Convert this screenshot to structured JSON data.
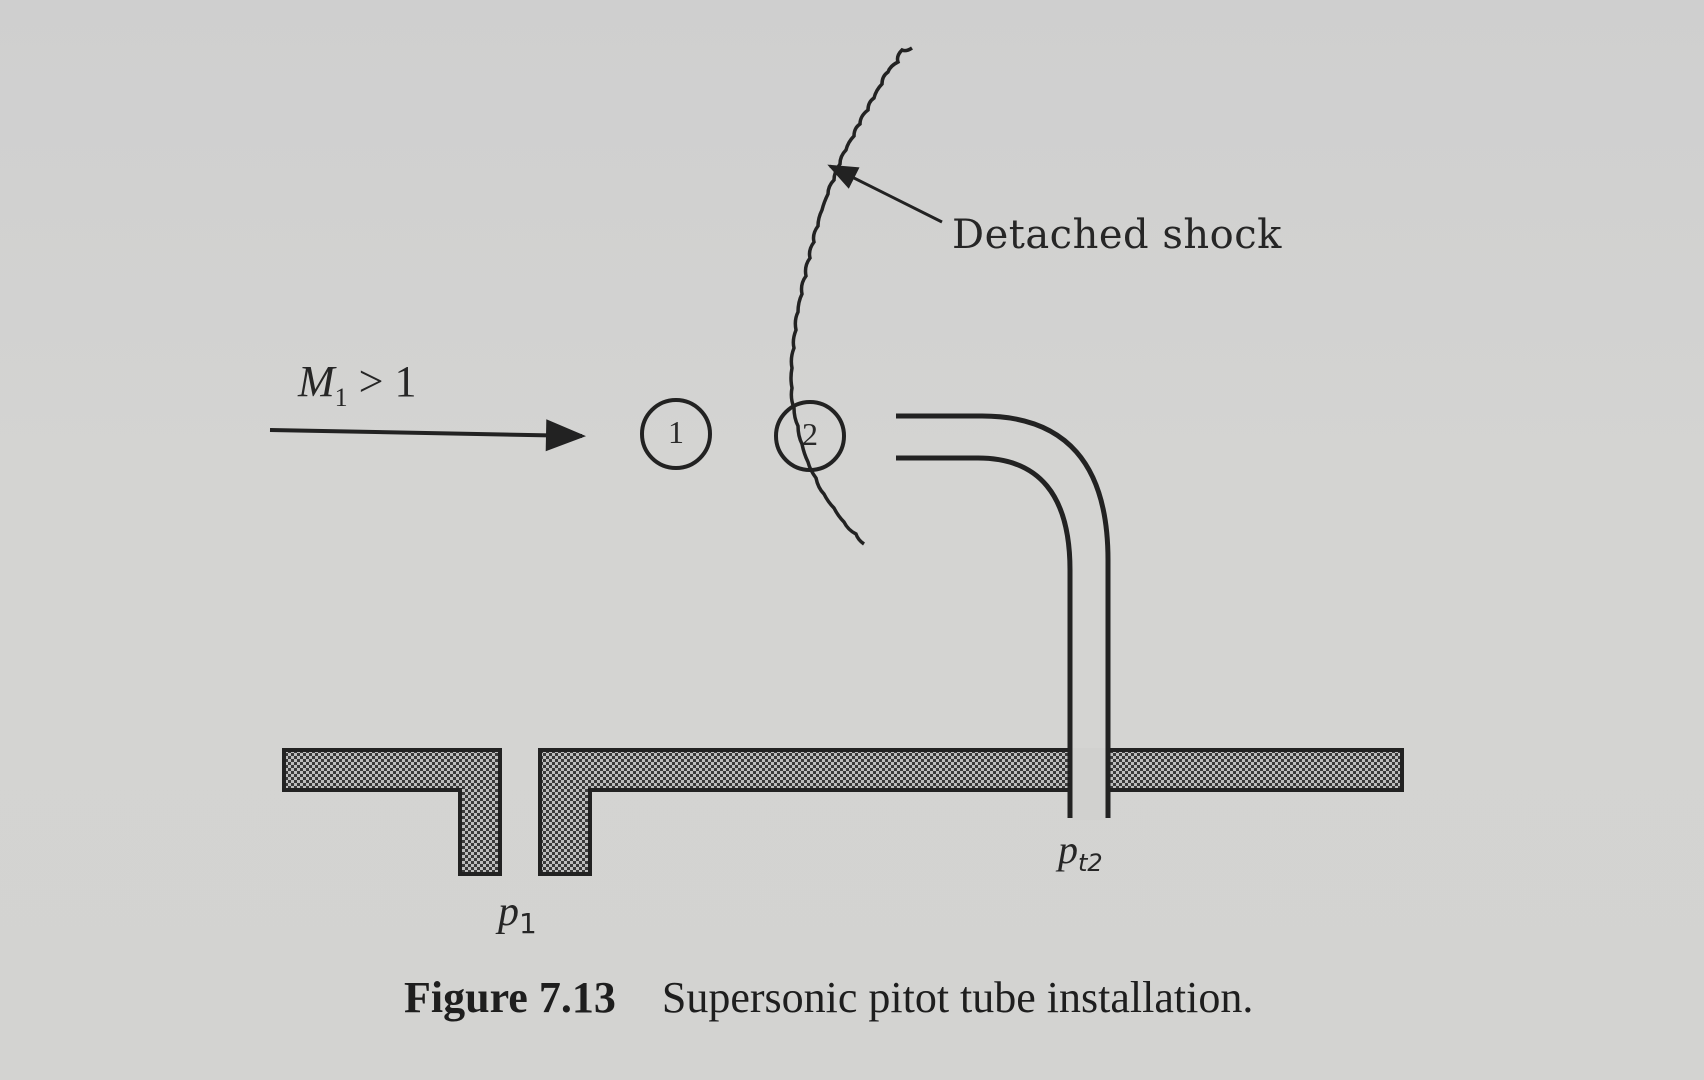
{
  "labels": {
    "detached_shock": "Detached shock",
    "mach_symbol": "M",
    "mach_subscript": "1",
    "mach_condition": " > 1",
    "station_1": "1",
    "station_2": "2",
    "static_pressure_symbol": "p",
    "static_pressure_subscript": "1",
    "total_pressure_symbol": "p",
    "total_pressure_subscript": "t2"
  },
  "caption": {
    "figure_number": "Figure 7.13",
    "text": "Supersonic pitot tube installation."
  },
  "colors": {
    "background": "#d2d2d0",
    "ink": "#222222",
    "hatch_dark": "#3a3a3a",
    "hatch_light": "#bdbdbd"
  }
}
